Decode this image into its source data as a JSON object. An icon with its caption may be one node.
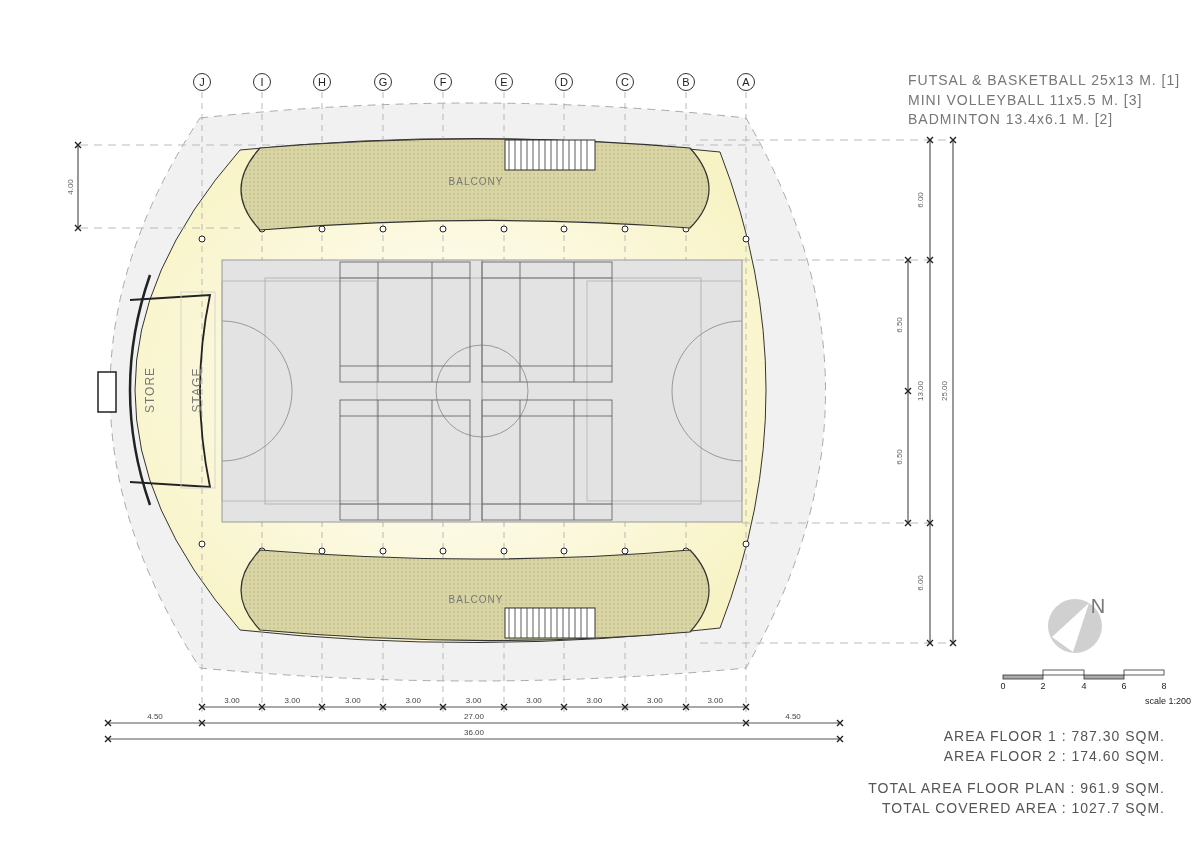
{
  "diagram": {
    "nodes": [
      {
        "text": [
          "J"
        ]
      },
      {
        "text": [
          "I"
        ]
      },
      {
        "text": [
          "H"
        ]
      },
      {
        "text": [
          "G"
        ]
      },
      {
        "text": [
          "F"
        ]
      },
      {
        "text": [
          "E"
        ]
      },
      {
        "text": [
          "D"
        ]
      },
      {
        "text": [
          "C"
        ]
      },
      {
        "text": [
          "B"
        ]
      },
      {
        "text": [
          "A"
        ]
      },
      {
        "text": [
          "BALCONY"
        ]
      },
      {
        "text": [
          "STORE"
        ]
      },
      {
        "text": [
          "STAGE"
        ]
      },
      {
        "text": [
          "BALCONY"
        ]
      }
    ],
    "labels": [
      "FUTSAL & BASKETBALL 25x13 M. [1]",
      "MINI VOLLEYBALL 11x5.5 M. [3]",
      "BADMINTON 13.4x6.1 M. [2]",
      "4.00",
      "6.00",
      "6.50",
      "13.00",
      "25.00",
      "6.50",
      "6.00",
      "N",
      "0",
      "2",
      "4",
      "6",
      "8",
      "3.00",
      "3.00",
      "3.00",
      "3.00",
      "3.00",
      "3.00",
      "3.00",
      "3.00",
      "3.00",
      "scale 1:200",
      "4.50",
      "27.00",
      "4.50",
      "36.00",
      "AREA FLOOR 1 : 787.30 SQM.",
      "AREA FLOOR 2 : 174.60 SQM.",
      "TOTAL AREA FLOOR PLAN : 961.9 SQM.",
      "TOTAL COVERED AREA : 1027.7 SQM."
    ]
  }
}
